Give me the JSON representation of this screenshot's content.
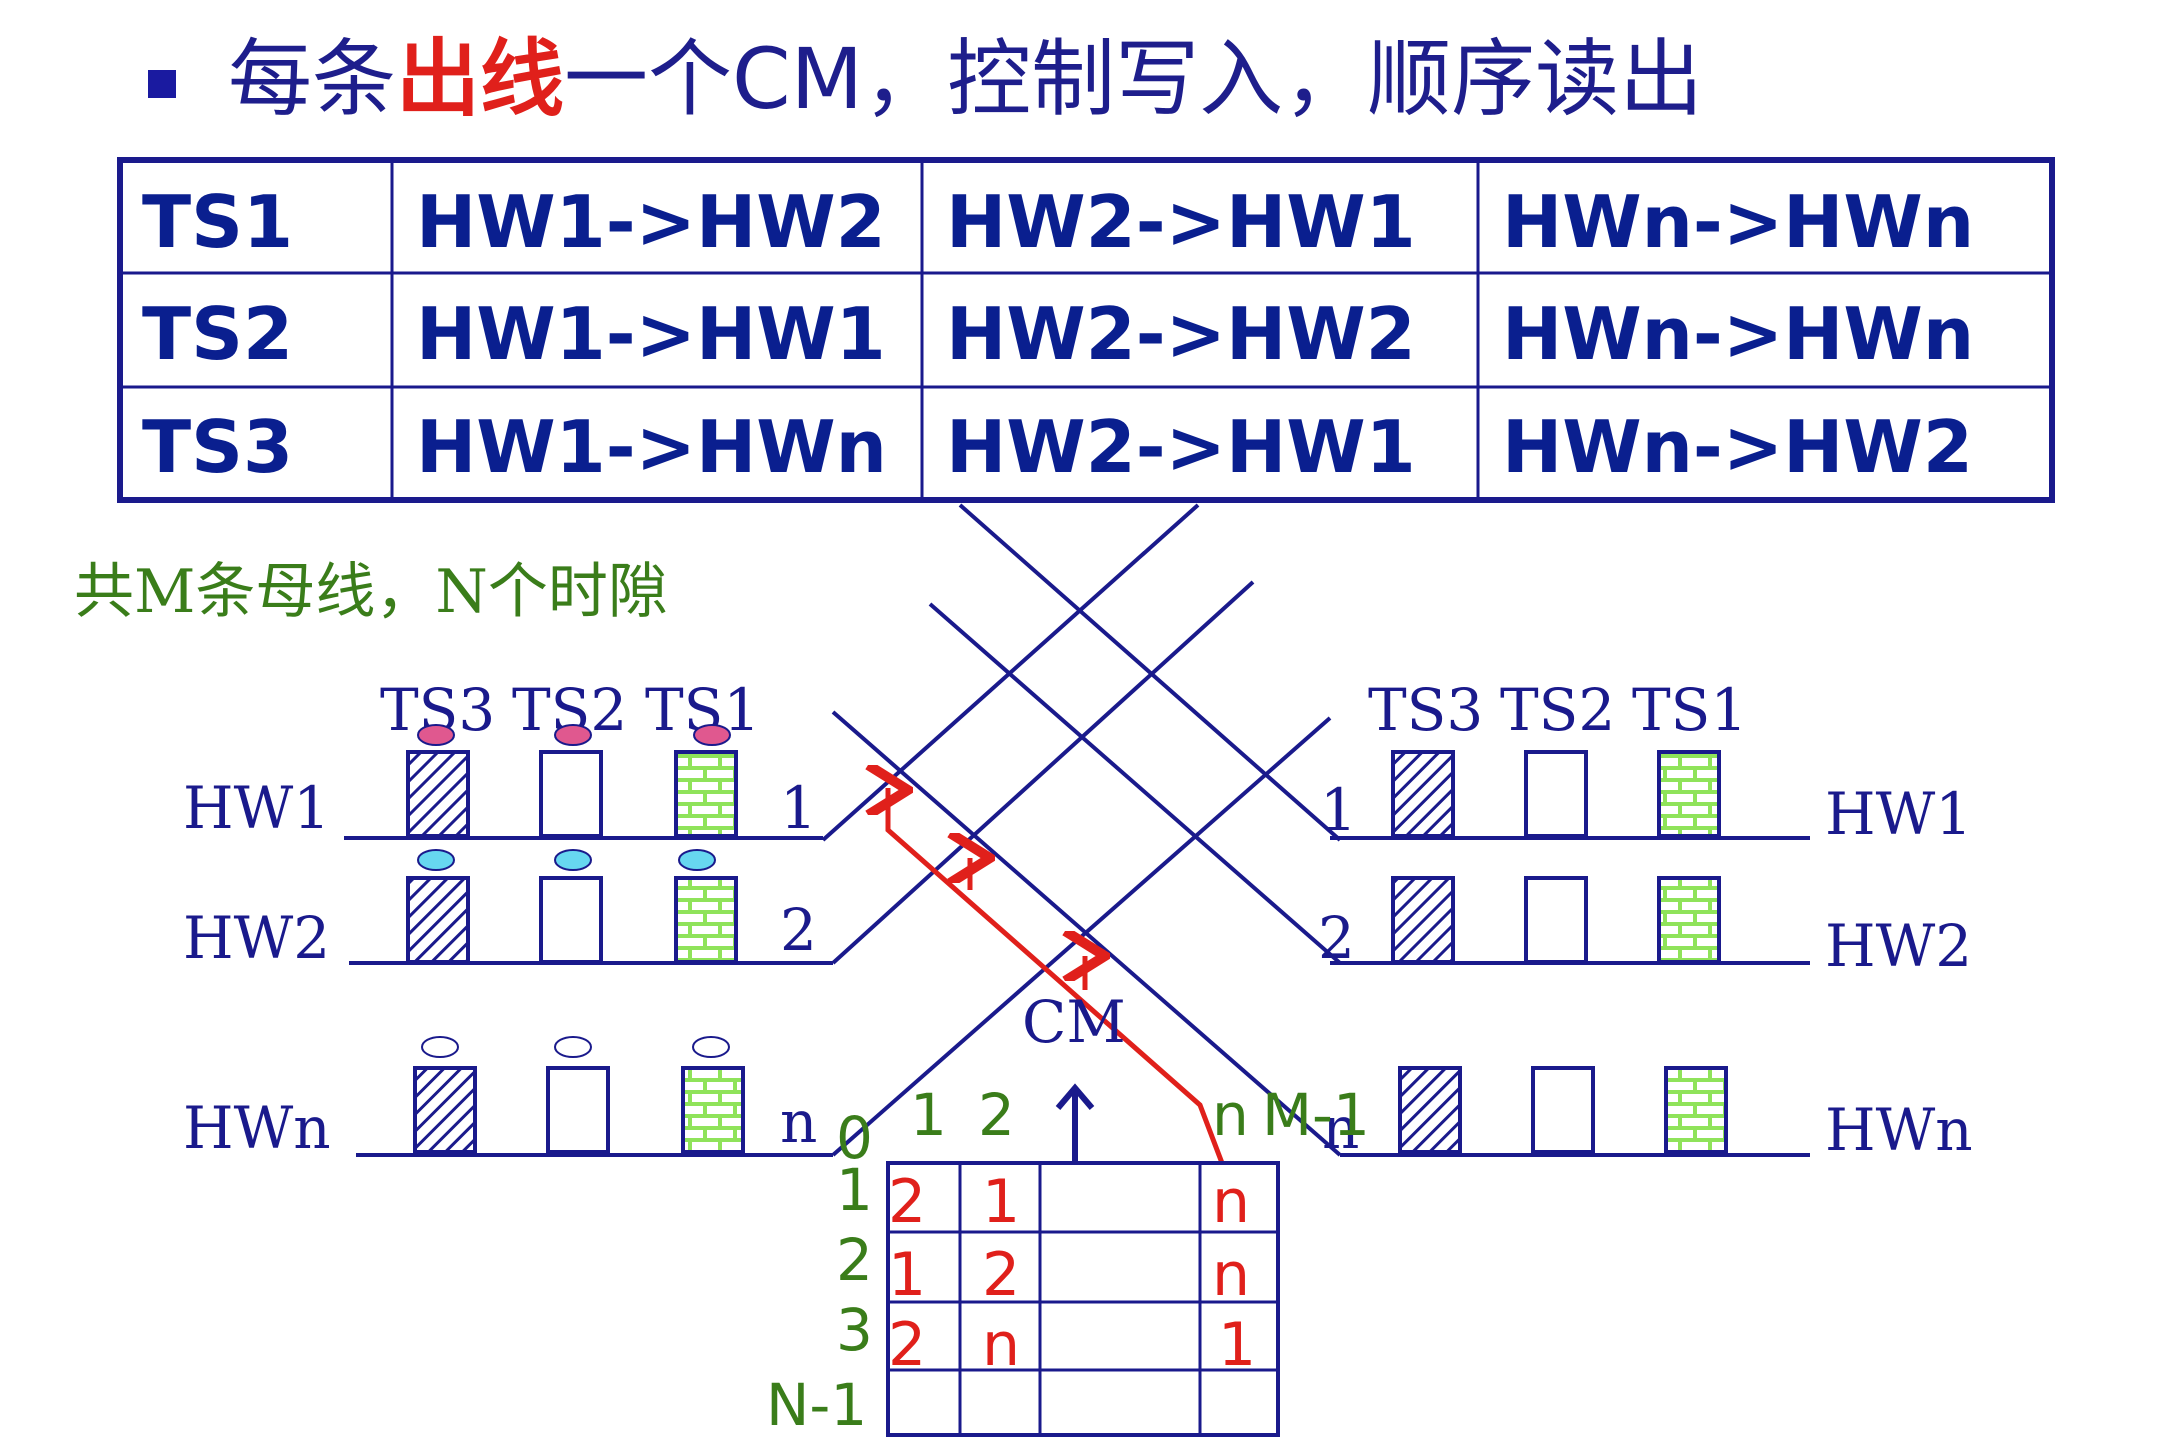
{
  "title": {
    "prefix": "每条",
    "highlight": "出线",
    "suffix": "一个CM，控制写入，顺序读出"
  },
  "mapping_table": {
    "rows": [
      {
        "ts": "TS1",
        "cells": [
          "HW1->HW2",
          "HW2->HW1",
          "HWn->HWn"
        ]
      },
      {
        "ts": "TS2",
        "cells": [
          "HW1->HW1",
          "HW2->HW2",
          "HWn->HWn"
        ]
      },
      {
        "ts": "TS3",
        "cells": [
          "HW1->HWn",
          "HW2->HW1",
          "HWn->HW2"
        ]
      }
    ]
  },
  "note": "共M条母线，N个时隙",
  "input_side": {
    "ts_labels": [
      "TS3",
      "TS2",
      "TS1"
    ],
    "lines": [
      {
        "name": "HW1",
        "port": "1"
      },
      {
        "name": "HW2",
        "port": "2"
      },
      {
        "name": "HWn",
        "port": "n"
      }
    ]
  },
  "output_side": {
    "ts_labels": [
      "TS3",
      "TS2",
      "TS1"
    ],
    "lines": [
      {
        "name": "HW1",
        "port": "1"
      },
      {
        "name": "HW2",
        "port": "2"
      },
      {
        "name": "HWn",
        "port": "n"
      }
    ]
  },
  "cm": {
    "label": "CM",
    "col_headers": [
      "0",
      "1",
      "2",
      "n",
      "M-1"
    ],
    "row_headers": [
      "1",
      "2",
      "3",
      "N-1"
    ],
    "cells": [
      [
        "2",
        "1",
        "n"
      ],
      [
        "1",
        "2",
        "n"
      ],
      [
        "2",
        "n",
        "1"
      ]
    ]
  },
  "colors": {
    "title": "#1e1e8c",
    "highlight": "#e0201b",
    "table": "#0a1f8f",
    "note": "#3a7d1a",
    "control_path": "#e0201b",
    "hatch_slot": "#1a1a8c",
    "brick_slot": "#8fe35a",
    "dot_pink": "#e0588f",
    "dot_cyan": "#67d7f0"
  }
}
